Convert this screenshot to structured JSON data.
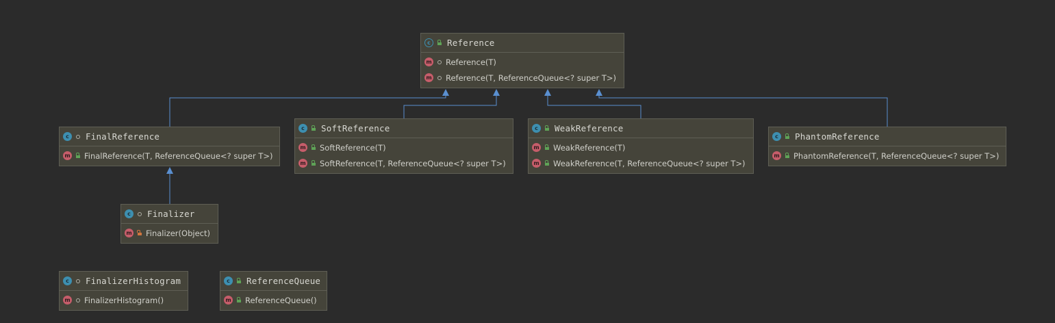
{
  "diagram": {
    "nodes": [
      {
        "id": "Reference",
        "name": "Reference",
        "kind": "abstract-class",
        "visibility": "public",
        "members": [
          {
            "text": "Reference(T)",
            "visibility": "package"
          },
          {
            "text": "Reference(T, ReferenceQueue<? super T>)",
            "visibility": "package"
          }
        ]
      },
      {
        "id": "FinalReference",
        "name": "FinalReference",
        "kind": "class",
        "visibility": "package",
        "members": [
          {
            "text": "FinalReference(T, ReferenceQueue<? super T>)",
            "visibility": "public"
          }
        ]
      },
      {
        "id": "SoftReference",
        "name": "SoftReference",
        "kind": "class",
        "visibility": "public",
        "members": [
          {
            "text": "SoftReference(T)",
            "visibility": "public"
          },
          {
            "text": "SoftReference(T, ReferenceQueue<? super T>)",
            "visibility": "public"
          }
        ]
      },
      {
        "id": "WeakReference",
        "name": "WeakReference",
        "kind": "class",
        "visibility": "public",
        "members": [
          {
            "text": "WeakReference(T)",
            "visibility": "public"
          },
          {
            "text": "WeakReference(T, ReferenceQueue<? super T>)",
            "visibility": "public"
          }
        ]
      },
      {
        "id": "PhantomReference",
        "name": "PhantomReference",
        "kind": "class",
        "visibility": "public",
        "members": [
          {
            "text": "PhantomReference(T, ReferenceQueue<? super T>)",
            "visibility": "public"
          }
        ]
      },
      {
        "id": "Finalizer",
        "name": "Finalizer",
        "kind": "final-class",
        "visibility": "package",
        "members": [
          {
            "text": "Finalizer(Object)",
            "visibility": "private"
          }
        ]
      },
      {
        "id": "FinalizerHistogram",
        "name": "FinalizerHistogram",
        "kind": "final-class",
        "visibility": "package",
        "members": [
          {
            "text": "FinalizerHistogram()",
            "visibility": "package"
          }
        ]
      },
      {
        "id": "ReferenceQueue",
        "name": "ReferenceQueue",
        "kind": "class",
        "visibility": "public",
        "members": [
          {
            "text": "ReferenceQueue()",
            "visibility": "public"
          }
        ]
      }
    ],
    "edges": [
      {
        "from": "FinalReference",
        "to": "Reference",
        "type": "extends"
      },
      {
        "from": "SoftReference",
        "to": "Reference",
        "type": "extends"
      },
      {
        "from": "WeakReference",
        "to": "Reference",
        "type": "extends"
      },
      {
        "from": "PhantomReference",
        "to": "Reference",
        "type": "extends"
      },
      {
        "from": "Finalizer",
        "to": "FinalReference",
        "type": "extends"
      }
    ],
    "badges": {
      "class_letter": "c",
      "method_letter": "m"
    },
    "colors": {
      "background": "#2b2b2b",
      "node_fill": "#45443a",
      "node_border": "#5f5f55",
      "edge": "#5a8fd0",
      "class_badge": "#3d8fb0",
      "method_badge": "#c65d6a",
      "public_lock": "#5fa357",
      "private_lock": "#d0763f"
    }
  }
}
